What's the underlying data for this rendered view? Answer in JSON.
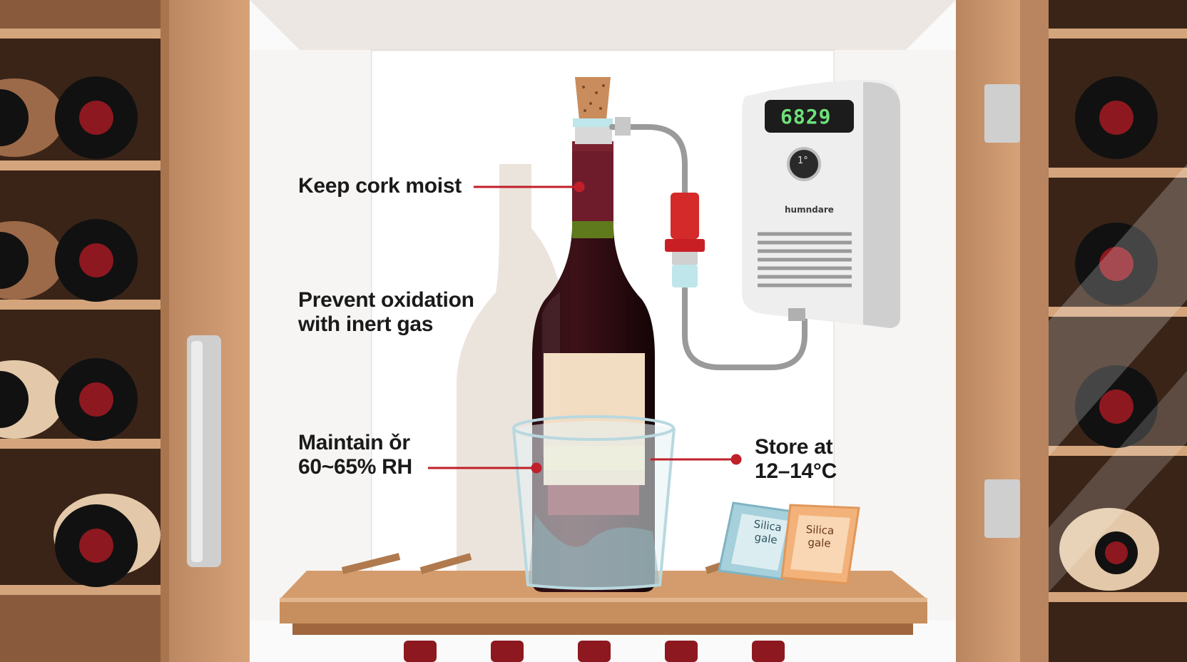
{
  "callouts": {
    "cork": {
      "line1": "Keep cork moist"
    },
    "oxidation": {
      "line1": "Prevent oxidation",
      "line2": "with inert gas"
    },
    "humidity": {
      "line1": "Maintain  ǒr",
      "line2": "60~65% RH"
    },
    "temperature": {
      "line1": "Store at",
      "line2": "12–14°C"
    }
  },
  "humidifier": {
    "display_value": "6829",
    "dial_label": "1°",
    "brand": "humndare"
  },
  "packets": [
    {
      "line1": "Silica",
      "line2": "gale"
    },
    {
      "line1": "Silica",
      "line2": "gale"
    }
  ],
  "colors": {
    "callout_line": "#c0202a",
    "wine": "#6e1c2b",
    "wood": "#c08a5c",
    "display_text": "#6ee07a"
  }
}
